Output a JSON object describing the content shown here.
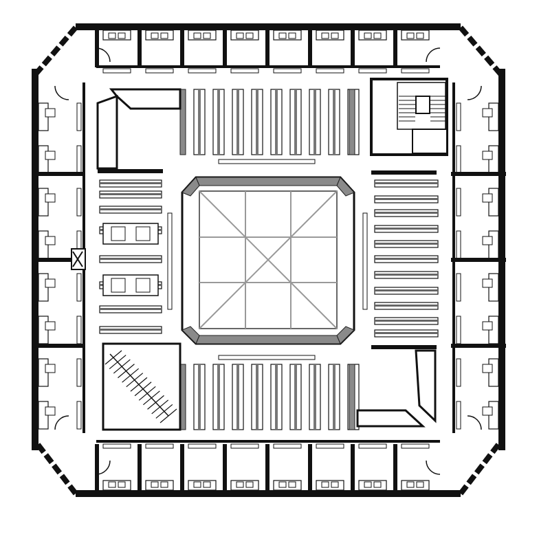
{
  "drawing": {
    "type": "architectural-floor-plan",
    "shape": "octagonal-square",
    "central_feature": "skylight-atrium",
    "stack_blocks": [
      "north",
      "south",
      "east",
      "west"
    ],
    "stairs": [
      "north-east",
      "south-west"
    ],
    "carrels_perimeter": true,
    "text_labels_visible": false
  },
  "colors": {
    "wall": "#111111",
    "fill_grey": "#8a8a8a",
    "background": "#ffffff"
  }
}
